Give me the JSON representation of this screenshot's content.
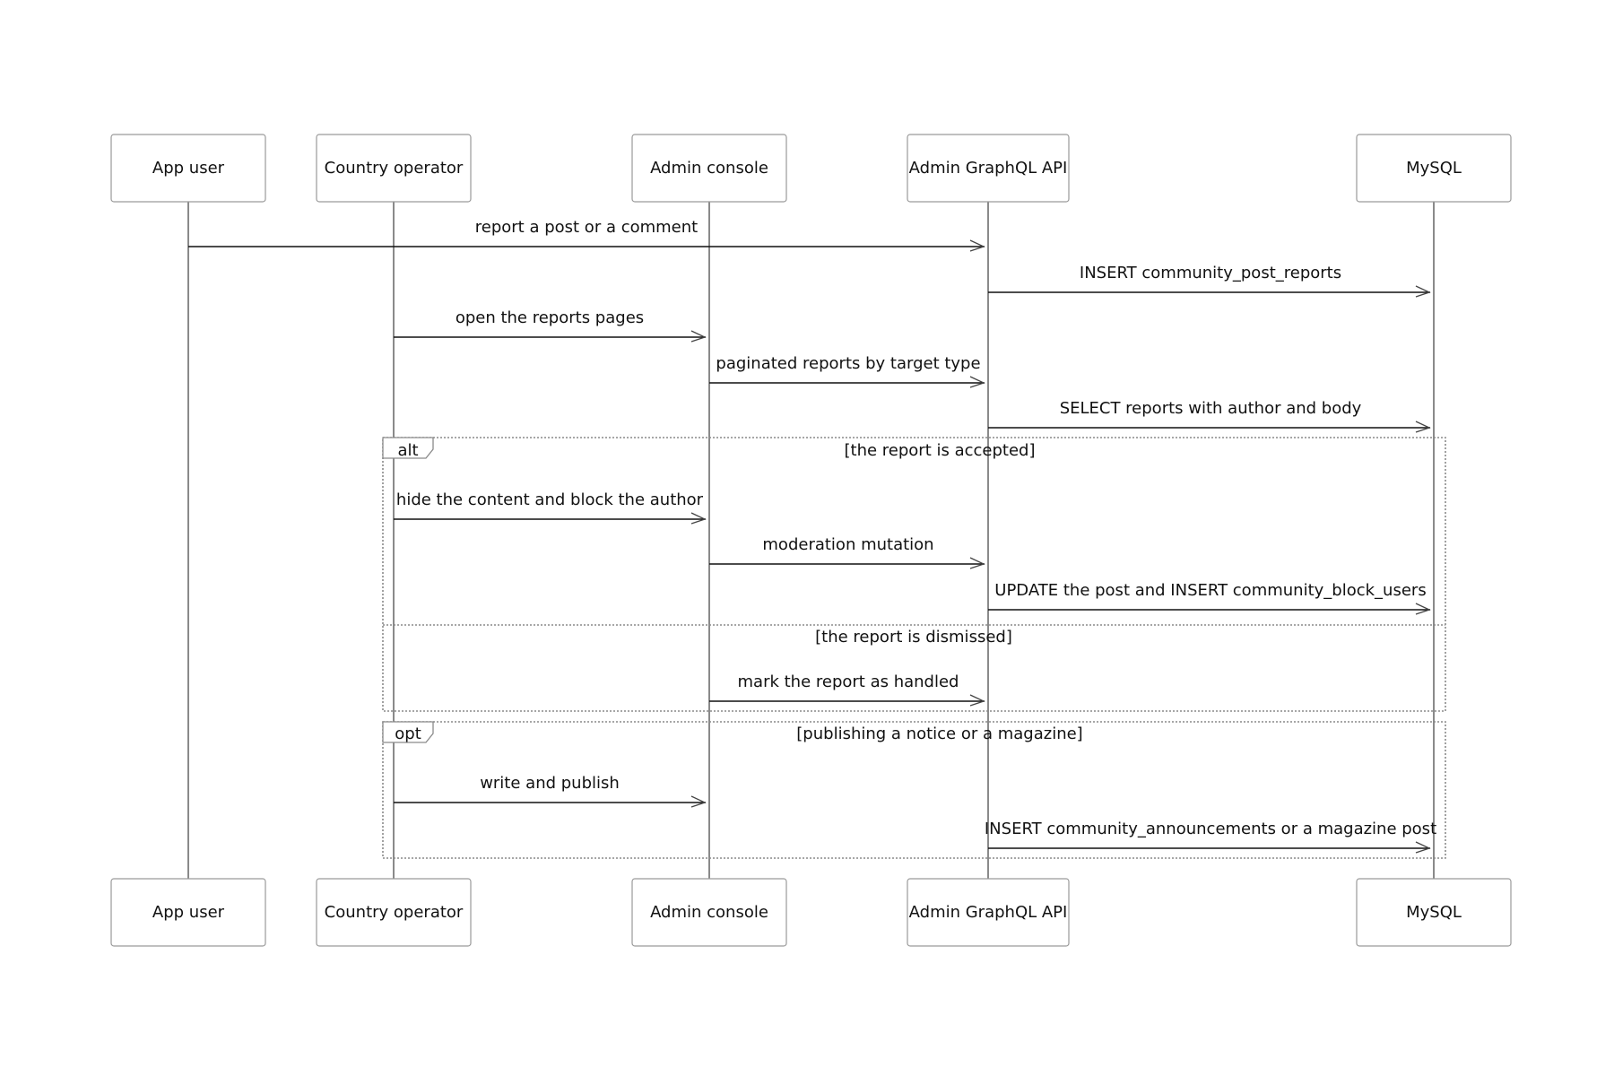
{
  "diagram": {
    "type": "sequence",
    "participants": [
      {
        "id": "user",
        "label": "App user"
      },
      {
        "id": "operator",
        "label": "Country operator"
      },
      {
        "id": "console",
        "label": "Admin console"
      },
      {
        "id": "api",
        "label": "Admin GraphQL API"
      },
      {
        "id": "db",
        "label": "MySQL"
      }
    ],
    "messages": [
      {
        "from": "user",
        "to": "api",
        "label": "report a post or a comment"
      },
      {
        "from": "api",
        "to": "db",
        "label": "INSERT community_post_reports"
      },
      {
        "from": "operator",
        "to": "console",
        "label": "open the reports pages"
      },
      {
        "from": "console",
        "to": "api",
        "label": "paginated reports by target type"
      },
      {
        "from": "api",
        "to": "db",
        "label": "SELECT reports with author and body"
      },
      {
        "from": "operator",
        "to": "console",
        "label": "hide the content and block the author"
      },
      {
        "from": "console",
        "to": "api",
        "label": "moderation mutation"
      },
      {
        "from": "api",
        "to": "db",
        "label": "UPDATE the post and INSERT community_block_users"
      },
      {
        "from": "console",
        "to": "api",
        "label": "mark the report as handled"
      },
      {
        "from": "operator",
        "to": "console",
        "label": "write and publish"
      },
      {
        "from": "api",
        "to": "db",
        "label": "INSERT community_announcements or a magazine post"
      }
    ],
    "fragments": [
      {
        "keyword": "alt",
        "sections": [
          {
            "condition": "[the report is accepted]"
          },
          {
            "condition": "[the report is dismissed]"
          }
        ]
      },
      {
        "keyword": "opt",
        "sections": [
          {
            "condition": "[publishing a notice or a magazine]"
          }
        ]
      }
    ]
  }
}
